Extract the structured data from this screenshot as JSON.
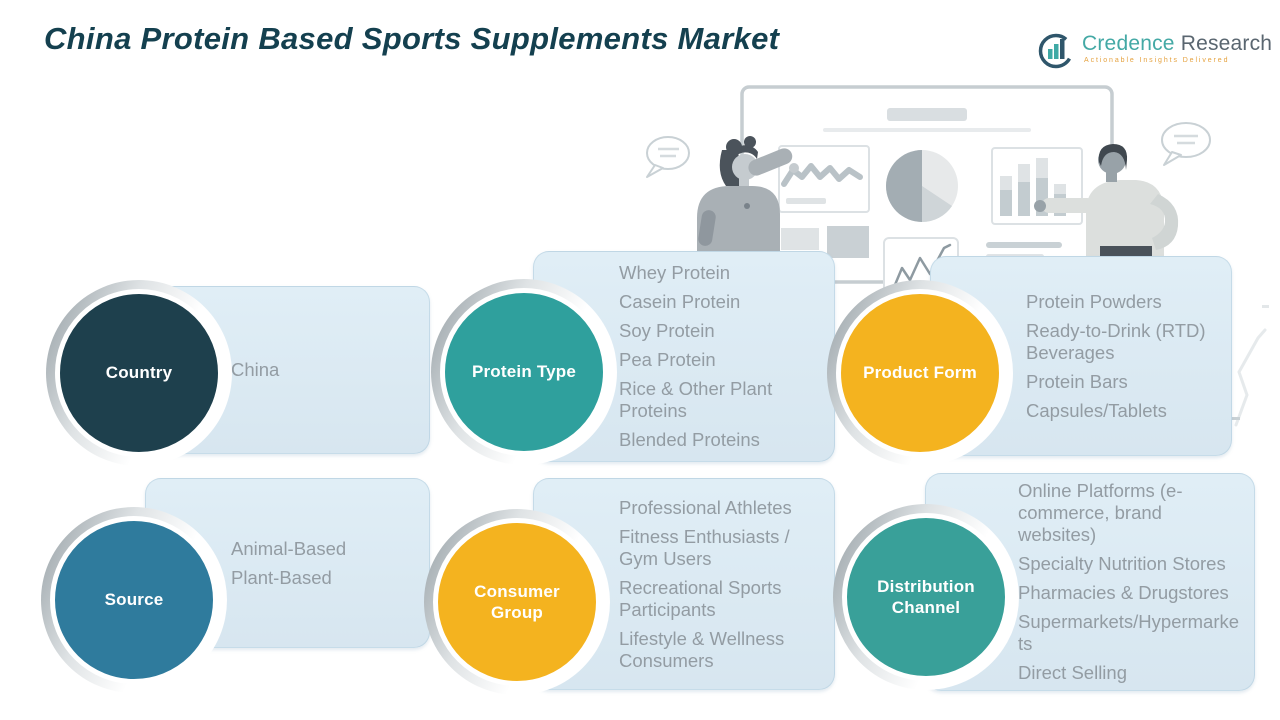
{
  "header": {
    "title": "China Protein Based Sports Supplements Market"
  },
  "logo": {
    "brand_primary": "Credence",
    "brand_secondary": "Research",
    "tagline": "Actionable Insights Delivered"
  },
  "colors": {
    "title_text": "#14404f",
    "panel_bg": "#dceaf3",
    "item_text": "#939ca3",
    "circle_label_text": "#ffffff",
    "country_circle": "#1e404d",
    "protein_type_circle": "#2fa09d",
    "product_form_circle": "#f4b31f",
    "source_circle": "#2f7b9d",
    "consumer_group_circle": "#f4b31f",
    "distribution_channel_circle": "#39a099",
    "logo_teal": "#44a9a5",
    "logo_slate": "#5a6670",
    "logo_tagline_orange": "#e5a13d"
  },
  "segments": [
    {
      "id": "country",
      "label": "Country",
      "circle_color": "#1e404d",
      "items": [
        "China"
      ]
    },
    {
      "id": "protein-type",
      "label": "Protein Type",
      "circle_color": "#2fa09d",
      "items": [
        "Whey Protein",
        "Casein Protein",
        "Soy Protein",
        "Pea Protein",
        "Rice & Other Plant Proteins",
        "Blended Proteins"
      ]
    },
    {
      "id": "product-form",
      "label": "Product Form",
      "circle_color": "#f4b31f",
      "items": [
        "Protein Powders",
        "Ready-to-Drink (RTD) Beverages",
        "Protein Bars",
        "Capsules/Tablets"
      ]
    },
    {
      "id": "source",
      "label": "Source",
      "circle_color": "#2f7b9d",
      "items": [
        "Animal-Based",
        "Plant-Based"
      ]
    },
    {
      "id": "consumer-group",
      "label": "Consumer Group",
      "circle_color": "#f4b31f",
      "items": [
        "Professional Athletes",
        "Fitness Enthusiasts / Gym Users",
        "Recreational Sports Participants",
        "Lifestyle & Wellness Consumers"
      ]
    },
    {
      "id": "distribution-channel",
      "label": "Distribution Channel",
      "circle_color": "#39a099",
      "items": [
        "Online Platforms (e-commerce, brand websites)",
        "Specialty Nutrition Stores",
        "Pharmacies & Drugstores",
        "Supermarkets/Hypermarkets",
        "Direct Selling"
      ]
    }
  ],
  "illustration": {
    "description": "two presenters at a whiteboard with charts",
    "icons": [
      "speech-bubble-icon",
      "line-chart-icon",
      "pie-chart-icon",
      "bar-chart-icon",
      "trend-chart-icon",
      "presenter-woman-icon",
      "presenter-man-icon"
    ]
  }
}
